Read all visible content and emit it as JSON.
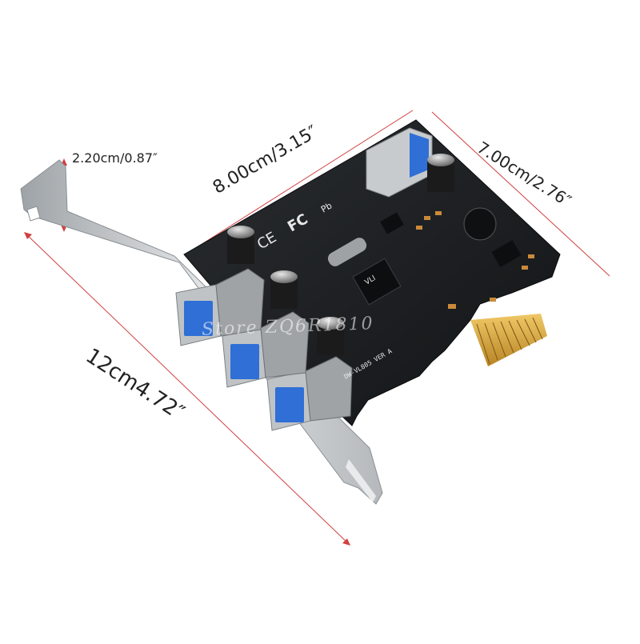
{
  "dimensions": {
    "bracket_height": "2.20cm/0.87″",
    "card_width": "8.00cm/3.15″",
    "card_depth": "7.00cm/2.76″",
    "bracket_length": "12cm4.72″"
  },
  "watermark": "Store ZQ6R1810",
  "pcb_markings": {
    "ce": "CE",
    "fcc": "FC",
    "pb": "Pb",
    "model": "DW-VL805 VER A",
    "chip": "VLI"
  },
  "colors": {
    "pcb": "#1a1c1e",
    "bracket": "#c9ccce",
    "usb_port": "#2f6fd6",
    "gold_contacts": "#d9a53a",
    "dimension_line": "#d04040"
  }
}
